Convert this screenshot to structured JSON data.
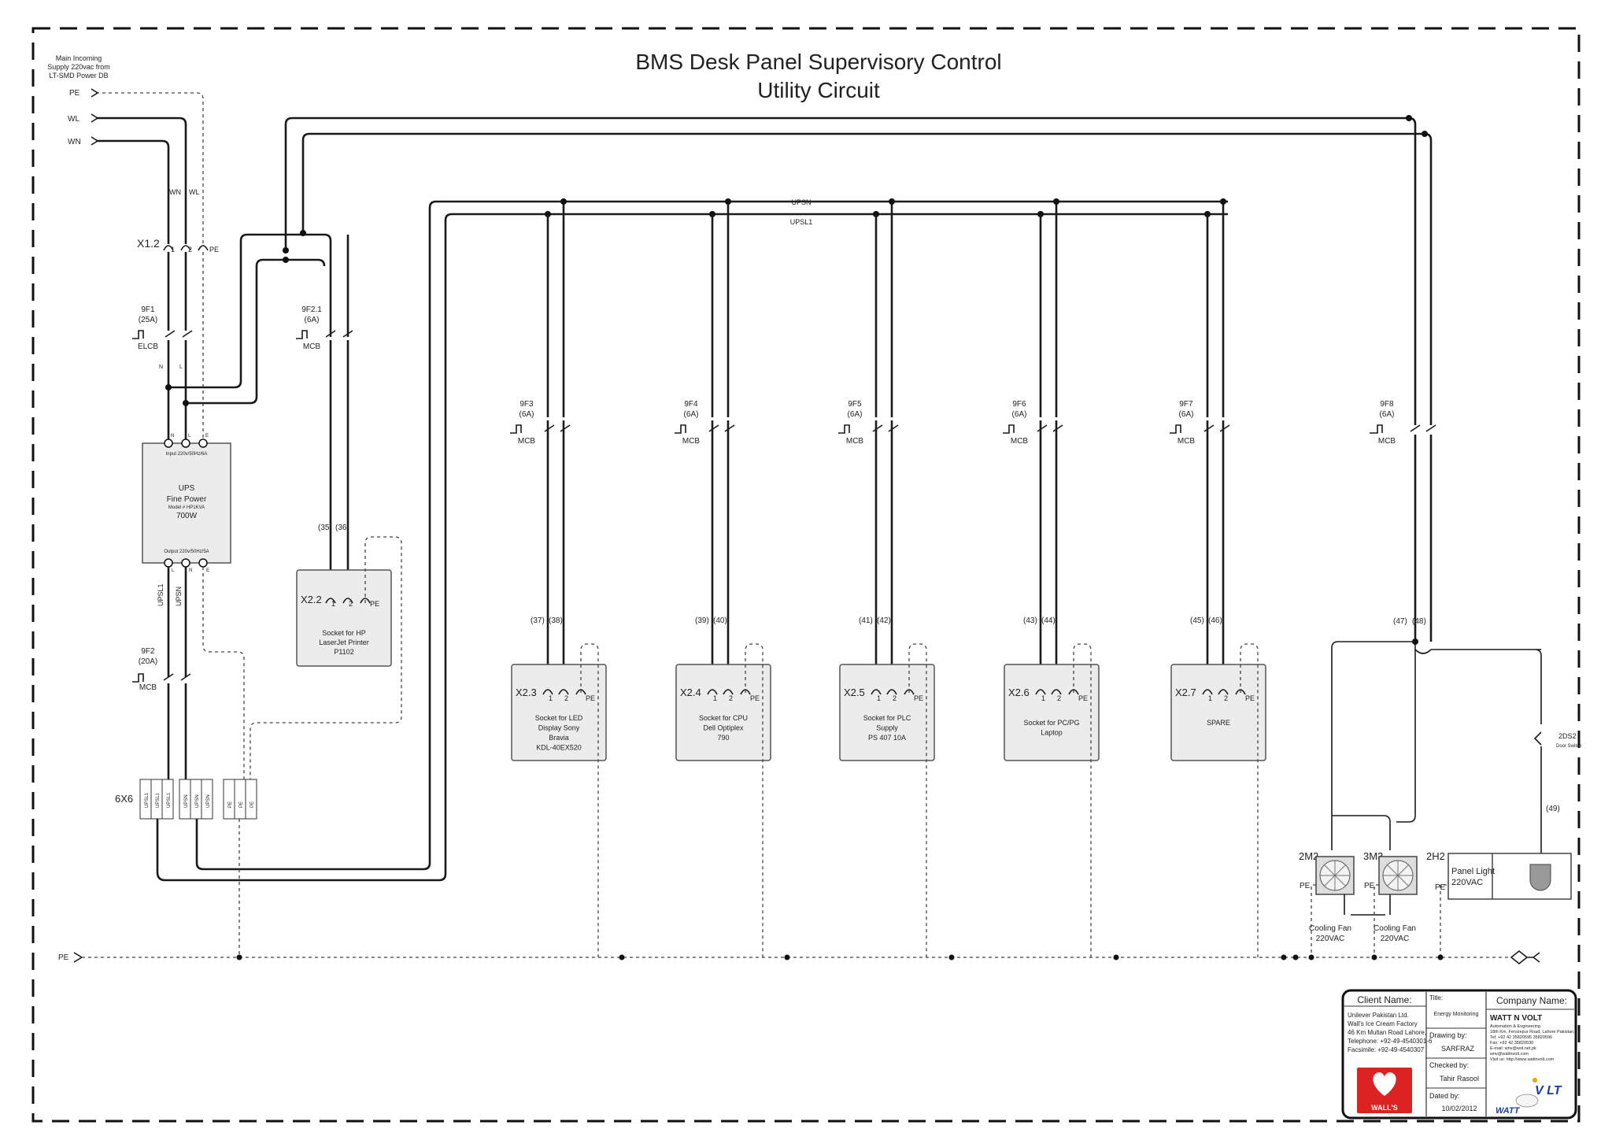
{
  "title": {
    "line1": "BMS Desk Panel Supervisory Control",
    "line2": "Utility Circuit"
  },
  "incoming": {
    "note": [
      "Main Incoming",
      "Supply 220vac from",
      "LT-SMD Power DB"
    ],
    "lines": [
      "PE",
      "WL",
      "WN"
    ]
  },
  "bus": {
    "upsn": "UPSN",
    "upsl1": "UPSL1"
  },
  "feed_labels": {
    "wn": "WN",
    "wl": "WL",
    "upsl1": "UPSL1",
    "upsn": "UPSN",
    "n": "N",
    "l": "L"
  },
  "terminal_main": {
    "name": "X1.2",
    "pins": [
      "1",
      "2",
      "PE"
    ]
  },
  "breakers": [
    {
      "id": "9F1",
      "rating": "(25A)",
      "type": "ELCB"
    },
    {
      "id": "9F2.1",
      "rating": "(6A)",
      "type": "MCB"
    },
    {
      "id": "9F2",
      "rating": "(20A)",
      "type": "MCB"
    },
    {
      "id": "9F3",
      "rating": "(6A)",
      "type": "MCB"
    },
    {
      "id": "9F4",
      "rating": "(6A)",
      "type": "MCB"
    },
    {
      "id": "9F5",
      "rating": "(6A)",
      "type": "MCB"
    },
    {
      "id": "9F6",
      "rating": "(6A)",
      "type": "MCB"
    },
    {
      "id": "9F7",
      "rating": "(6A)",
      "type": "MCB"
    },
    {
      "id": "9F8",
      "rating": "(6A)",
      "type": "MCB"
    }
  ],
  "ups": {
    "input": "Input 220v/50Hz/6A",
    "lines": [
      "UPS",
      "Fine Power",
      "Model # HP1KVA",
      "700W"
    ],
    "output": "Output 220v/50Hz/5A",
    "in_pins": [
      "N",
      "L",
      "E"
    ],
    "out_pins": [
      "L",
      "N",
      "E"
    ]
  },
  "sockets": [
    {
      "name": "X2.2",
      "wires": [
        "(35)",
        "(36)"
      ],
      "desc": [
        "Socket for HP",
        "LaserJet Printer",
        "P1102"
      ]
    },
    {
      "name": "X2.3",
      "wires": [
        "(37)",
        "(38)"
      ],
      "desc": [
        "Socket for LED",
        "Display Sony",
        "Bravia",
        "KDL-40EX520"
      ]
    },
    {
      "name": "X2.4",
      "wires": [
        "(39)",
        "(40)"
      ],
      "desc": [
        "Socket for CPU",
        "Dell Optiplex",
        "790"
      ]
    },
    {
      "name": "X2.5",
      "wires": [
        "(41)",
        "(42)"
      ],
      "desc": [
        "Socket for PLC",
        "Supply",
        "PS 407 10A"
      ]
    },
    {
      "name": "X2.6",
      "wires": [
        "(43)",
        "(44)"
      ],
      "desc": [
        "Socket for PC/PG",
        "Laptop"
      ]
    },
    {
      "name": "X2.7",
      "wires": [
        "(45)",
        "(46)"
      ],
      "desc": [
        "SPARE"
      ]
    }
  ],
  "socket_pins": [
    "1",
    "2",
    "PE"
  ],
  "terminal_block": {
    "name": "6X6",
    "labels": [
      "UPSL1",
      "UPSL1",
      "UPSL1",
      "UPSN",
      "UPSN",
      "UPSN",
      "PE",
      "PE",
      "PE"
    ]
  },
  "f8_wires": [
    "(47)",
    "(48)"
  ],
  "door_switch": {
    "name": "2DS2",
    "desc": "Door Switch",
    "wire": "(49)"
  },
  "fans": [
    {
      "name": "2M2",
      "pe": "PE",
      "desc": [
        "Cooling Fan",
        "220VAC"
      ]
    },
    {
      "name": "3M3",
      "pe": "PE",
      "desc": [
        "Cooling Fan",
        "220VAC"
      ]
    }
  ],
  "light": {
    "name": "2H2",
    "pe": "PE",
    "desc": [
      "Panel Light",
      "220VAC"
    ]
  },
  "pe_rail": "PE",
  "title_block": {
    "client_label": "Client Name:",
    "client_lines": [
      "Unilever Pakistan Ltd.",
      "Wall's Ice Cream Factory",
      "46 Km Multan Road Lahore,",
      "Telephone: +92-49-4540301-6",
      "Facsimile: +92-49-4540307"
    ],
    "client_logo": "WALL'S",
    "title_label": "Title:",
    "title_value": "Energy Monitoring",
    "drawn_label": "Drawing by:",
    "drawn_value": "SARFRAZ",
    "checked_label": "Checked by:",
    "checked_value": "Tahir Rasool",
    "dated_label": "Dated by:",
    "dated_value": "10/02/2012",
    "company_label": "Company Name:",
    "company_name": "WATT N VOLT",
    "company_lines": [
      "Automation & Engineering",
      "18th Km, Ferozepur Road, Lahore Pakistan.",
      "Tel: +92 42 35820595 35820596",
      "Fax: +92 42 35820530",
      "E-mail: wnv@wol.net.pk",
      "wnv@wattnvolt.com",
      "Visit us: http://www.wattnvolt.com"
    ],
    "company_logo": "WATT",
    "company_logo2": "V LT"
  }
}
